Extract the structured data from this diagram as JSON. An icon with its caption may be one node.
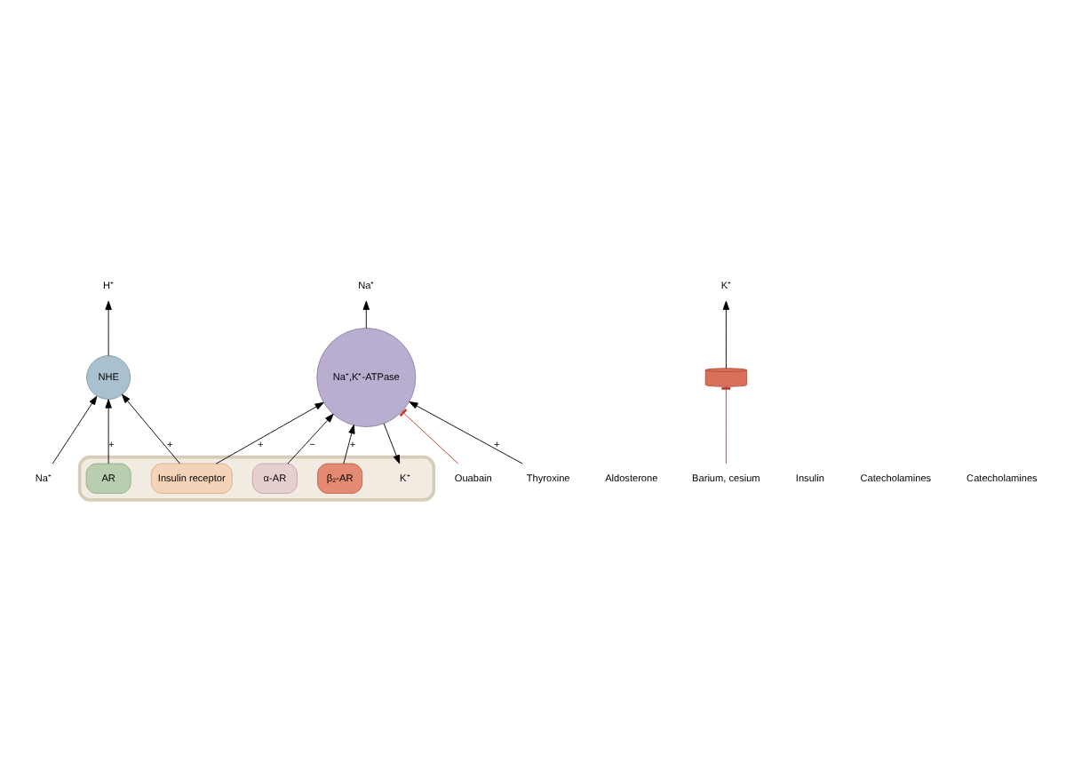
{
  "diagram": {
    "nodes": [
      {
        "text": [],
        "shape": "box"
      },
      {
        "text": [
          "Na⁺"
        ]
      },
      {
        "text": [
          "Ouabain"
        ]
      },
      {
        "text": [
          "Na⁺,K⁺-ATPase"
        ]
      },
      {
        "text": [
          "Thyroxine"
        ]
      },
      {
        "text": [
          "K⁺"
        ],
        "in": 0
      },
      {
        "text": [
          "Aldosterone"
        ]
      },
      {
        "text": [
          "AR"
        ],
        "in": 0
      },
      {
        "text": [
          "Barium, cesium"
        ]
      },
      {
        "text": [
          "Na⁺"
        ]
      },
      {
        "text": [
          "NHE"
        ]
      },
      {
        "text": [],
        "shape": "cylinder"
      },
      {
        "text": [
          "K⁺"
        ]
      },
      {
        "text": [
          "H⁺"
        ]
      },
      {
        "text": [
          "Insulin receptor"
        ],
        "in": 0
      },
      {
        "text": [
          "α-AR"
        ],
        "in": 0
      },
      {
        "text": [
          "β₂-AR"
        ],
        "in": 0
      },
      {
        "text": [
          "Insulin"
        ]
      },
      {
        "text": [
          "Catecholamines"
        ]
      },
      {
        "text": [
          "Catecholamines"
        ]
      }
    ],
    "edges": [
      {
        "from": 3,
        "to": 1,
        "arrow": "to"
      },
      {
        "from": 3,
        "to": 5,
        "arrow": "to"
      },
      {
        "from": 2,
        "to": 3,
        "arrow": "other",
        "color": "#c0392b"
      },
      {
        "from": 4,
        "to": 3,
        "arrow": "to",
        "label": "+"
      },
      {
        "from": 7,
        "to": 10,
        "arrow": "to",
        "label": "+"
      },
      {
        "from": 9,
        "to": 10,
        "arrow": "to"
      },
      {
        "from": 10,
        "to": 13,
        "arrow": "to"
      },
      {
        "from": 14,
        "to": 10,
        "arrow": "to",
        "label": "+"
      },
      {
        "from": 14,
        "to": 3,
        "arrow": "to",
        "label": "+"
      },
      {
        "from": 15,
        "to": 3,
        "arrow": "to",
        "label": "−"
      },
      {
        "from": 16,
        "to": 3,
        "arrow": "to",
        "label": "+"
      },
      {
        "from": 8,
        "to": 11,
        "arrow": "other",
        "color": "#c0392b"
      },
      {
        "from": 11,
        "to": 12,
        "arrow": "to"
      }
    ]
  }
}
